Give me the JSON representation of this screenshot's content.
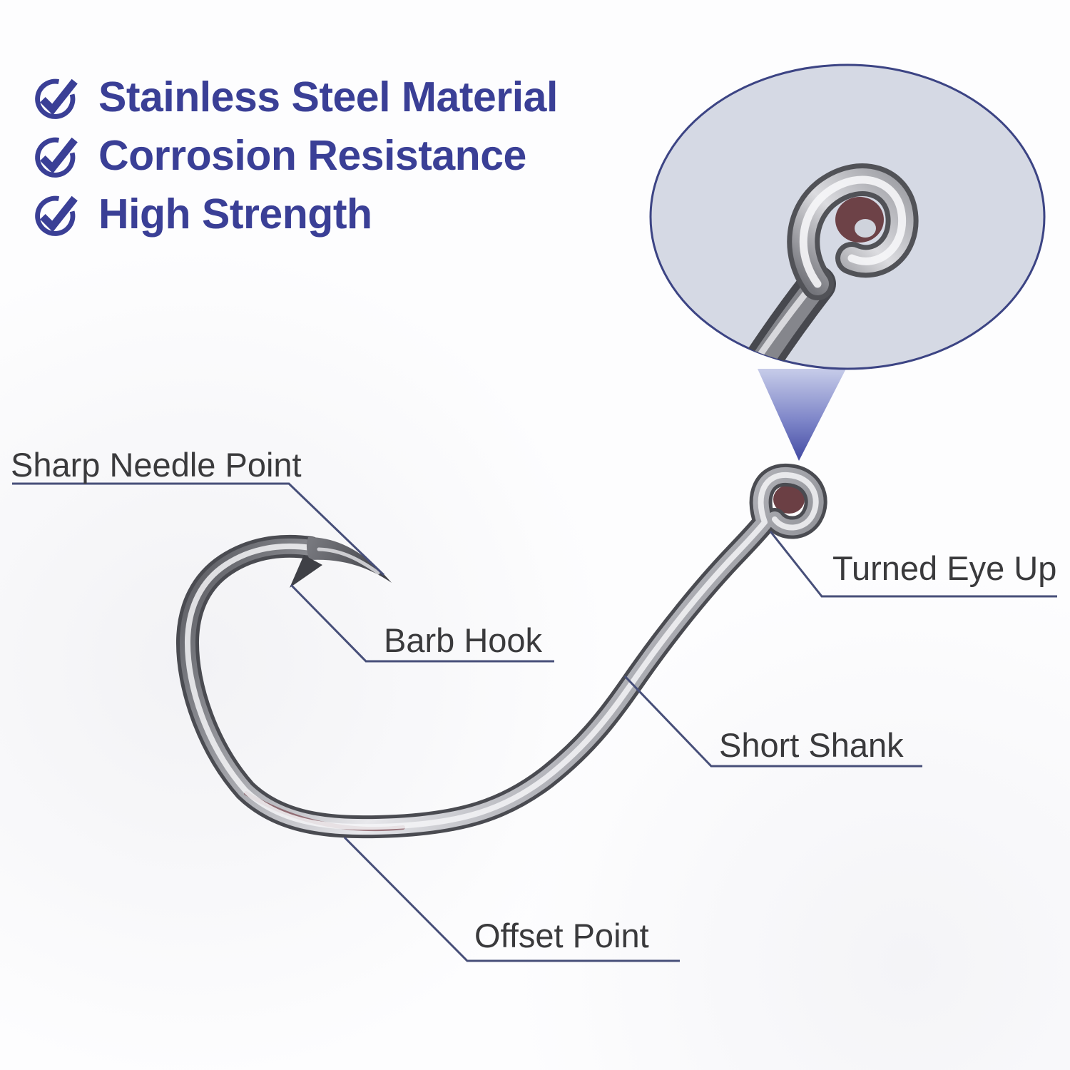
{
  "header_features": {
    "items": [
      {
        "label": "Stainless Steel Material",
        "icon": "check-circle-icon"
      },
      {
        "label": "Corrosion Resistance",
        "icon": "check-circle-icon"
      },
      {
        "label": "High Strength",
        "icon": "check-circle-icon"
      }
    ]
  },
  "callouts": {
    "sharp_needle_point": {
      "label": "Sharp Needle Point"
    },
    "barb_hook": {
      "label": "Barb Hook"
    },
    "turned_eye_up": {
      "label": "Turned Eye Up"
    },
    "short_shank": {
      "label": "Short Shank"
    },
    "offset_point": {
      "label": "Offset Point"
    }
  },
  "colors": {
    "accent_navy": "#3a3f96",
    "label_text": "#3a3a3c",
    "leader_line": "#474f79",
    "inset_fill": "#d5d9e4",
    "inset_border": "#3c4484",
    "pointer_gradient_top": "#c7cce9",
    "pointer_gradient_bottom": "#3f46a0",
    "metal_dark": "#4a4b51",
    "metal_light": "#e8e8ec"
  }
}
